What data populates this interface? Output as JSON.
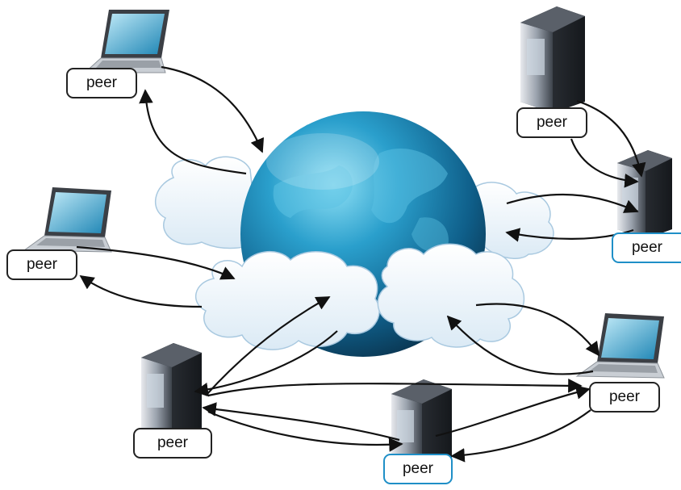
{
  "diagram": {
    "nodes": [
      {
        "id": "laptop-top-left",
        "device": "laptop",
        "label": "peer",
        "label_highlighted": false
      },
      {
        "id": "laptop-mid-left",
        "device": "laptop",
        "label": "peer",
        "label_highlighted": false
      },
      {
        "id": "server-top-right",
        "device": "server",
        "label": "peer",
        "label_highlighted": false
      },
      {
        "id": "server-mid-right",
        "device": "server",
        "label": "peer",
        "label_highlighted": true
      },
      {
        "id": "laptop-bottom-right",
        "device": "laptop",
        "label": "peer",
        "label_highlighted": false
      },
      {
        "id": "server-bottom-left",
        "device": "server",
        "label": "peer",
        "label_highlighted": false
      },
      {
        "id": "server-bottom-center",
        "device": "server",
        "label": "peer",
        "label_highlighted": true
      }
    ],
    "center": {
      "globe": "globe-icon",
      "clouds": "cloud-icon"
    },
    "colors": {
      "label_border": "#222222",
      "label_highlight": "#1f8fc7",
      "globe": "#1b7fae",
      "cloud": "#e9f3fa",
      "arrow": "#111111"
    }
  }
}
